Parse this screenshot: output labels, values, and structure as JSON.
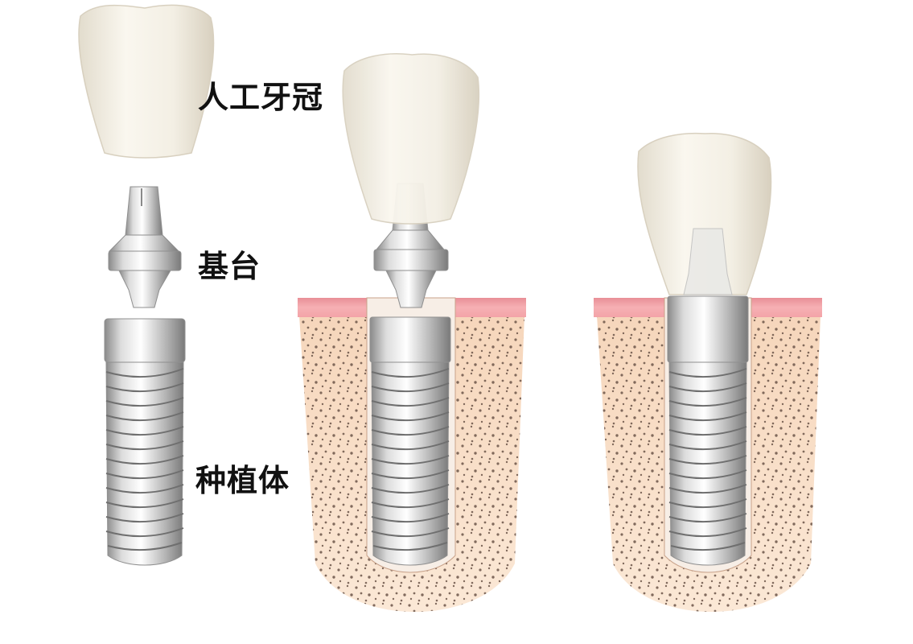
{
  "labels": {
    "crown": "人工牙冠",
    "abutment": "基台",
    "implant": "种植体"
  },
  "colors": {
    "crown": "#f3efe4",
    "crown_shade": "#d9d2c2",
    "metal_light": "#f2f2f2",
    "metal_mid": "#bdbdbd",
    "metal_dark": "#7c7c7c",
    "gum": "#f3a3a8",
    "gum_dark": "#e58a92",
    "bone": "#f8dcc2",
    "bone_dots": "#6b5448"
  },
  "stages": [
    {
      "name": "exploded-components"
    },
    {
      "name": "abutment-inserted"
    },
    {
      "name": "crown-seated"
    }
  ]
}
